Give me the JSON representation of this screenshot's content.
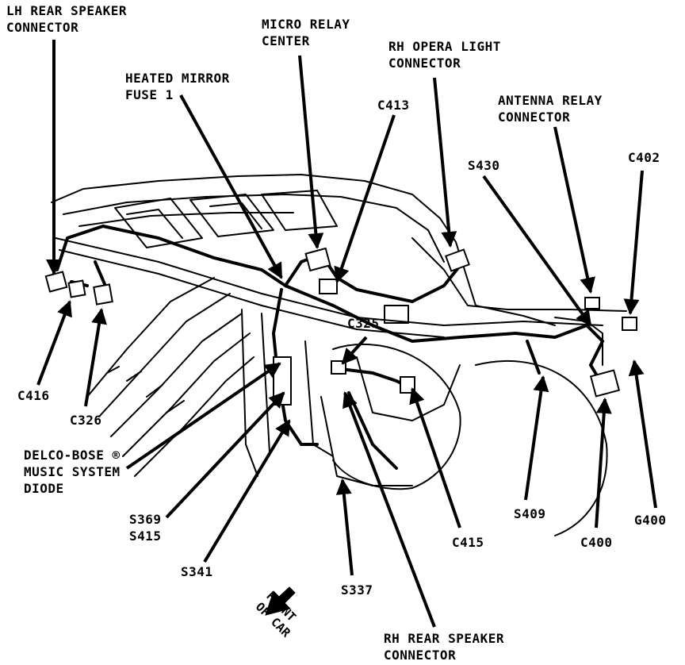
{
  "labels": {
    "lh_rear_speaker": [
      "LH REAR SPEAKER",
      "CONNECTOR"
    ],
    "micro_relay": [
      "MICRO RELAY",
      "CENTER"
    ],
    "rh_opera_light": [
      "RH OPERA LIGHT",
      "CONNECTOR"
    ],
    "heated_mirror": [
      "HEATED MIRROR",
      "FUSE 1"
    ],
    "c413": "C413",
    "antenna_relay": [
      "ANTENNA RELAY",
      "CONNECTOR"
    ],
    "s430": "S430",
    "c402": "C402",
    "c325": "C325",
    "c416": "C416",
    "c326": "C326",
    "delco_bose": [
      "DELCO-BOSE ®",
      "MUSIC SYSTEM",
      "DIODE"
    ],
    "s369_s415": [
      "S369",
      "S415"
    ],
    "s341": "S341",
    "s337": "S337",
    "c415": "C415",
    "s409": "S409",
    "c400": "C400",
    "g400": "G400",
    "rh_rear_speaker": [
      "RH REAR SPEAKER",
      "CONNECTOR"
    ],
    "front_of_car": [
      "FRONT",
      "OF CAR"
    ]
  },
  "colors": {
    "ink": "#000000",
    "paper": "#ffffff"
  }
}
